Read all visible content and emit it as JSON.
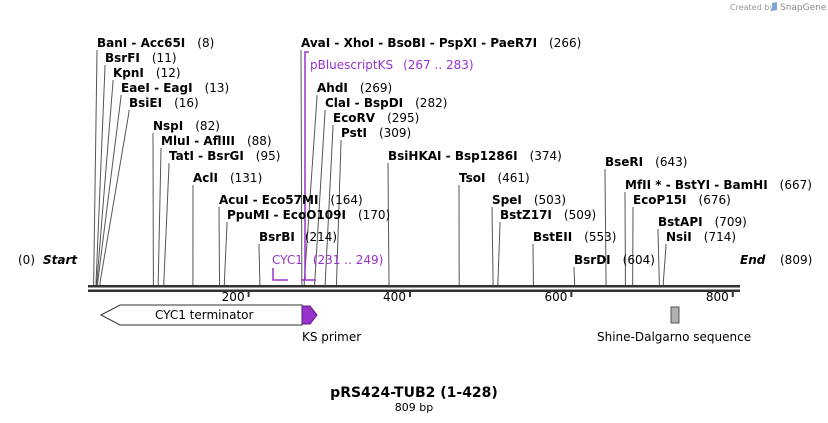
{
  "credit": {
    "prefix": "Created by",
    "brand": "SnapGene"
  },
  "title": "pRS424-TUB2 (1-428)",
  "subtitle": "809 bp",
  "ends": {
    "start_num": "(0)",
    "start": "Start",
    "end": "End",
    "end_num": "(809)"
  },
  "axis": {
    "start": 1,
    "end": 809,
    "ticks": [
      200,
      400,
      600,
      800
    ]
  },
  "sites": [
    {
      "text": "BanI - Acc65I",
      "num": "(8)",
      "pos": 8
    },
    {
      "text": "BsrFI",
      "num": "(11)",
      "pos": 11
    },
    {
      "text": "KpnI",
      "num": "(12)",
      "pos": 12
    },
    {
      "text": "EaeI - EagI",
      "num": "(13)",
      "pos": 13
    },
    {
      "text": "BsiEI",
      "num": "(16)",
      "pos": 16
    },
    {
      "text": "NspI",
      "num": "(82)",
      "pos": 82
    },
    {
      "text": "MluI - AflIII",
      "num": "(88)",
      "pos": 88
    },
    {
      "text": "TatI - BsrGI",
      "num": "(95)",
      "pos": 95
    },
    {
      "text": "AclI",
      "num": "(131)",
      "pos": 131
    },
    {
      "text": "AcuI - Eco57MI",
      "num": "(164)",
      "pos": 164
    },
    {
      "text": "PpuMI - EcoO109I",
      "num": "(170)",
      "pos": 170
    },
    {
      "text": "BsrBI",
      "num": "(214)",
      "pos": 214
    },
    {
      "text": "AvaI - XhoI - BsoBI - PspXI - PaeR7I",
      "num": "(266)",
      "pos": 266
    },
    {
      "text": "AhdI",
      "num": "(269)",
      "pos": 269
    },
    {
      "text": "ClaI - BspDI",
      "num": "(282)",
      "pos": 282
    },
    {
      "text": "EcoRV",
      "num": "(295)",
      "pos": 295
    },
    {
      "text": "PstI",
      "num": "(309)",
      "pos": 309
    },
    {
      "text": "BsiHKAI - Bsp1286I",
      "num": "(374)",
      "pos": 374
    },
    {
      "text": "TsoI",
      "num": "(461)",
      "pos": 461
    },
    {
      "text": "SpeI",
      "num": "(503)",
      "pos": 503
    },
    {
      "text": "BstZ17I",
      "num": "(509)",
      "pos": 509
    },
    {
      "text": "BstEII",
      "num": "(553)",
      "pos": 553
    },
    {
      "text": "BsrDI",
      "num": "(604)",
      "pos": 604
    },
    {
      "text": "BseRI",
      "num": "(643)",
      "pos": 643
    },
    {
      "text": "MfII * - BstYI - BamHI",
      "num": "(667)",
      "pos": 667
    },
    {
      "text": "EcoP15I",
      "num": "(676)",
      "pos": 676
    },
    {
      "text": "BstAPI",
      "num": "(709)",
      "pos": 709
    },
    {
      "text": "NsiI",
      "num": "(714)",
      "pos": 714
    }
  ],
  "primers": [
    {
      "text": "pBluescriptKS",
      "num": "(267 .. 283)"
    },
    {
      "text": "CYC1",
      "num": "(231 .. 249)"
    }
  ],
  "features": [
    {
      "text": "CYC1 terminator",
      "color": "#ffffff"
    },
    {
      "text": "KS primer",
      "color": "#9933cc"
    },
    {
      "text": "Shine-Dalgarno sequence",
      "color": "#b0b0b0"
    }
  ],
  "colors": {
    "primer": "#9933cc",
    "line": "#333333",
    "brand_icon": "#7aa7d6"
  }
}
